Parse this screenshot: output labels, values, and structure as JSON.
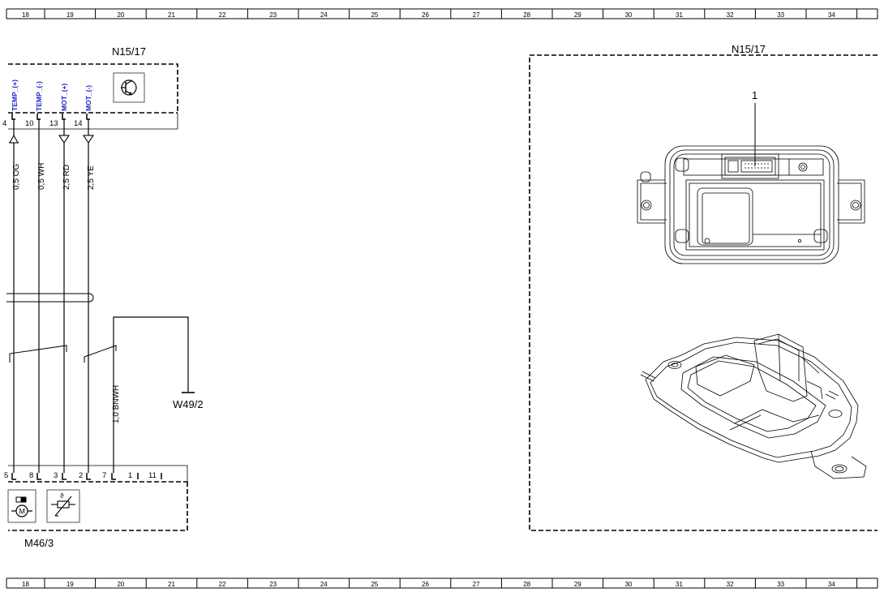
{
  "ruler": {
    "numbers": [
      "18",
      "19",
      "20",
      "21",
      "22",
      "23",
      "24",
      "25",
      "26",
      "27",
      "28",
      "29",
      "30",
      "31",
      "32",
      "33",
      "34"
    ]
  },
  "n15_17": {
    "label": "N15/17",
    "pins": [
      {
        "num": "4",
        "signal": "TEMP_(+)"
      },
      {
        "num": "10",
        "signal": "TEMP_(-)"
      },
      {
        "num": "13",
        "signal": "MOT_(+)"
      },
      {
        "num": "14",
        "signal": "MOT_(-)"
      }
    ]
  },
  "wires": [
    {
      "label": "0,5 OG"
    },
    {
      "label": "0,5 WH"
    },
    {
      "label": "2,5 RD"
    },
    {
      "label": "2,5 YE"
    },
    {
      "label": "1,0 BNWH"
    }
  ],
  "ground": {
    "label": "W49/2"
  },
  "m46_3": {
    "label": "M46/3",
    "pins": [
      "5",
      "8",
      "3",
      "2",
      "7",
      "1",
      "11"
    ],
    "icon_motor": "M"
  },
  "component_view": {
    "label": "N15/17",
    "callout": "1"
  }
}
